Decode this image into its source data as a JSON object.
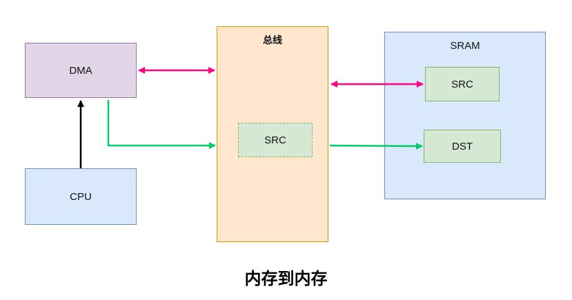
{
  "diagram": {
    "caption": "内存到内存",
    "nodes": {
      "dma": {
        "label": "DMA"
      },
      "cpu": {
        "label": "CPU"
      },
      "bus": {
        "label": "总线"
      },
      "bus_src": {
        "label": "SRC"
      },
      "sram": {
        "label": "SRAM"
      },
      "sram_src": {
        "label": "SRC"
      },
      "sram_dst": {
        "label": "DST"
      }
    },
    "colors": {
      "bidirectional_arrow": "#ff0080",
      "data_flow_arrow": "#00cc66",
      "control_arrow": "#000000"
    }
  }
}
